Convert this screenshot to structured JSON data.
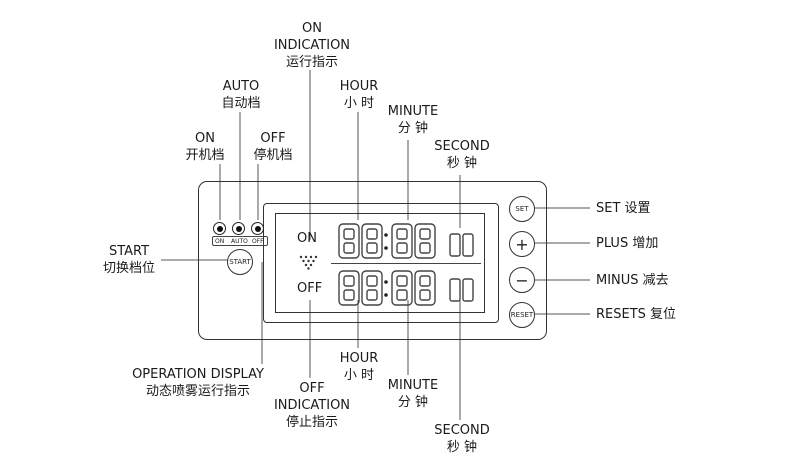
{
  "labels": {
    "on_indication": {
      "en": "ON",
      "en2": "INDICATION",
      "cn": "运行指示"
    },
    "auto": {
      "en": "AUTO",
      "cn": "自动档"
    },
    "on": {
      "en": "ON",
      "cn": "开机档"
    },
    "off": {
      "en": "OFF",
      "cn": "停机档"
    },
    "hour_top": {
      "en": "HOUR",
      "cn": "小 时"
    },
    "minute_top": {
      "en": "MINUTE",
      "cn": "分 钟"
    },
    "second_top": {
      "en": "SECOND",
      "cn": "秒 钟"
    },
    "start": {
      "en": "START",
      "cn": "切换档位"
    },
    "set": "SET 设置",
    "plus": "PLUS 增加",
    "minus": "MINUS 减去",
    "resets": "RESETS 复位",
    "operation_display": {
      "en": "OPERATION DISPLAY",
      "cn": "动态喷雾运行指示"
    },
    "hour_bottom": {
      "en": "HOUR",
      "cn": "小 时"
    },
    "off_indication": {
      "en": "OFF",
      "en2": "INDICATION",
      "cn": "停止指示"
    },
    "minute_bottom": {
      "en": "MINUTE",
      "cn": "分 钟"
    },
    "second_bottom": {
      "en": "SECOND",
      "cn": "秒 钟"
    }
  },
  "device": {
    "screen_on": "ON",
    "screen_off": "OFF",
    "led_labels": [
      "ON",
      "AUTO",
      "OFF"
    ],
    "start_button": "START",
    "set_button": "SET",
    "plus_button": "+",
    "minus_button": "−",
    "reset_button": "RESET",
    "digits_on": "00:00",
    "digits_off": "00:00",
    "seconds_on": "00",
    "seconds_off": "00"
  }
}
